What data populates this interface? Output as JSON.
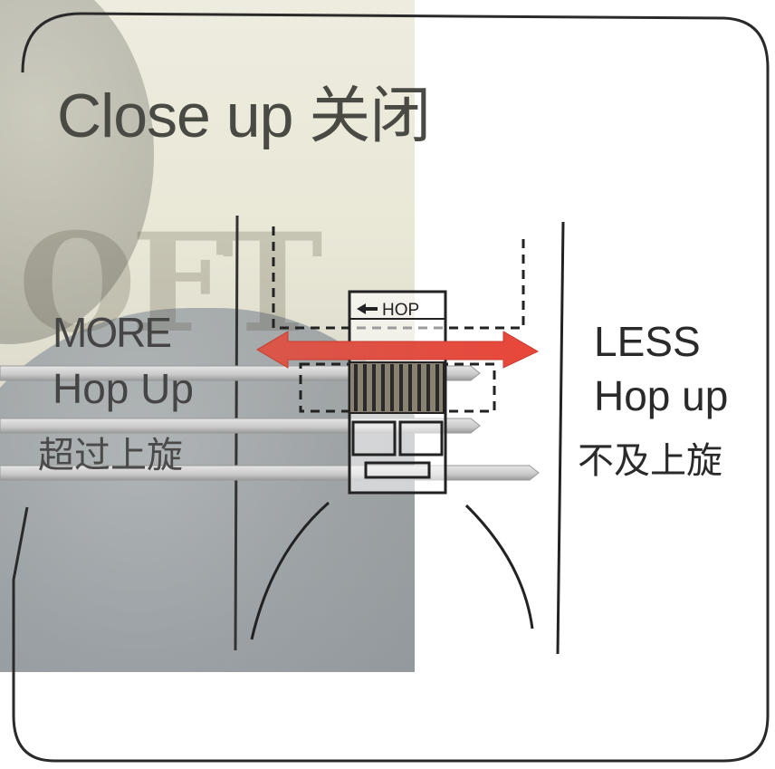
{
  "title": "Close up 关闭",
  "left_label": {
    "line1": "MORE",
    "line2": "Hop Up",
    "line3": "超过上旋"
  },
  "right_label": {
    "line1": "LESS",
    "line2": "Hop up",
    "line3": "不及上旋"
  },
  "hop_tag": "HOP",
  "watermark": "OFT",
  "colors": {
    "arrow": "#e14a3d",
    "frame": "#2a2a2a",
    "photo_tint": "#e9e7d6"
  }
}
